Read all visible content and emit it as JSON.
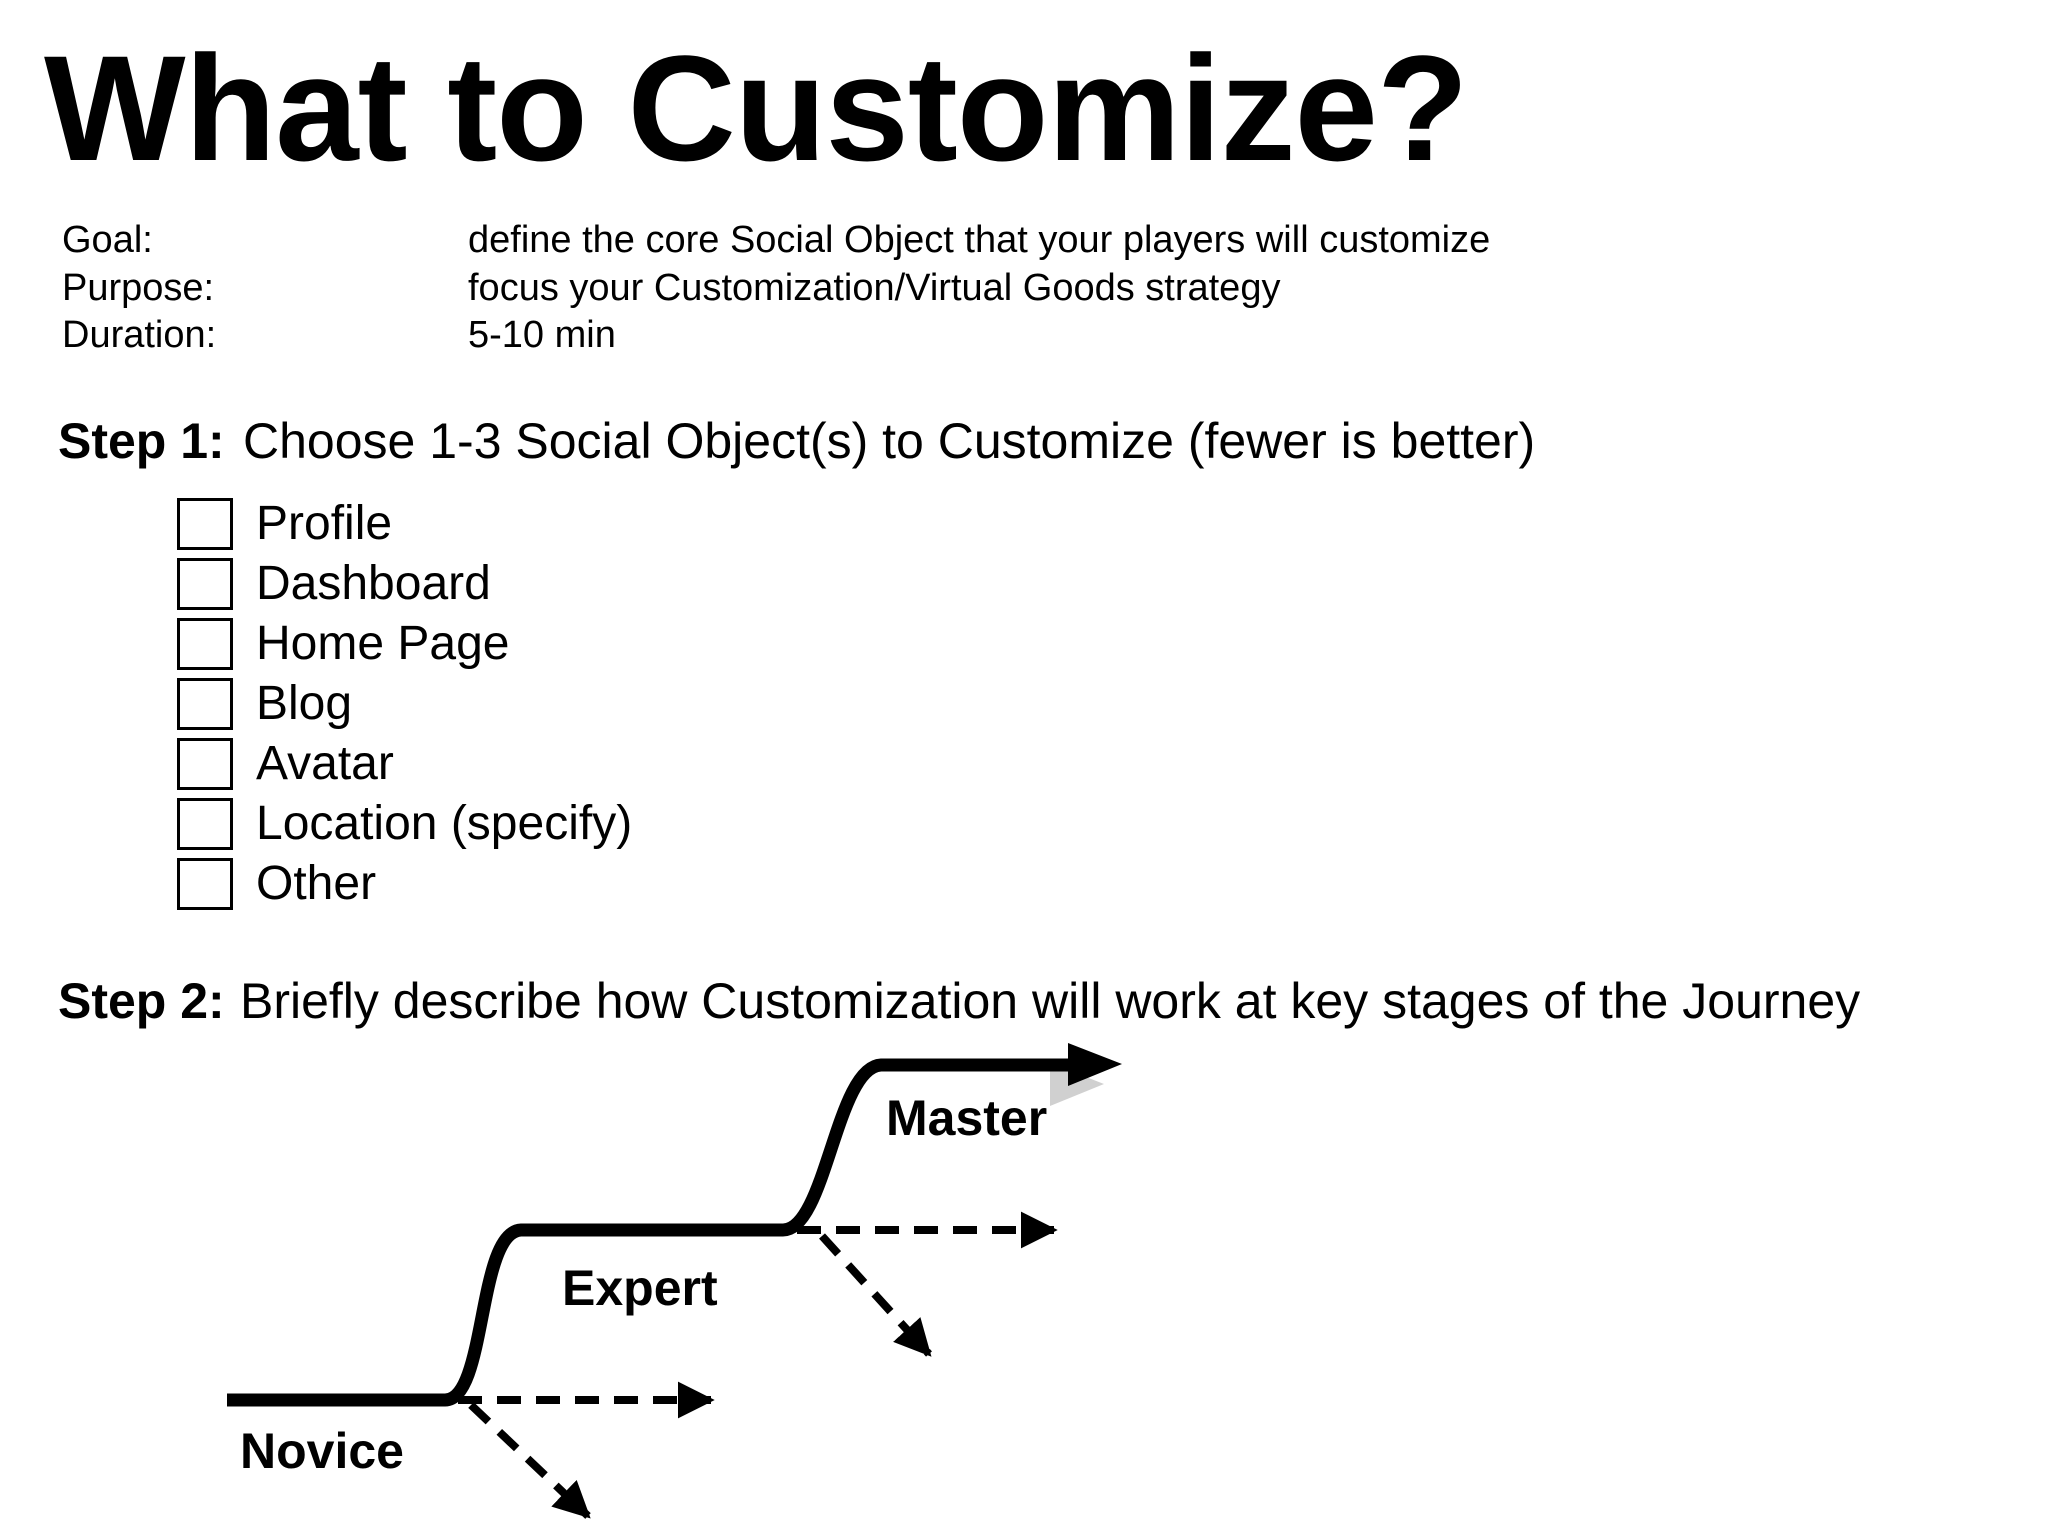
{
  "title": "What to Customize?",
  "meta": {
    "rows": [
      {
        "label": "Goal:",
        "value": "define the core Social Object that your players will customize"
      },
      {
        "label": "Purpose:",
        "value": "focus your Customization/Virtual Goods strategy"
      },
      {
        "label": "Duration:",
        "value": "5-10 min"
      }
    ]
  },
  "steps": [
    {
      "label": "Step 1:",
      "text": "Choose 1-3 Social Object(s) to Customize (fewer is better)"
    },
    {
      "label": "Step 2:",
      "text": "Briefly describe how Customization will work at key stages of the Journey"
    }
  ],
  "checklist": {
    "items": [
      {
        "label": "Profile",
        "checked": false
      },
      {
        "label": "Dashboard",
        "checked": false
      },
      {
        "label": "Home Page",
        "checked": false
      },
      {
        "label": "Blog",
        "checked": false
      },
      {
        "label": "Avatar",
        "checked": false
      },
      {
        "label": "Location (specify)",
        "checked": false
      },
      {
        "label": "Other",
        "checked": false
      }
    ]
  },
  "journey": {
    "stages": [
      {
        "label": "Novice"
      },
      {
        "label": "Expert"
      },
      {
        "label": "Master"
      }
    ]
  },
  "colors": {
    "ink": "#000000",
    "background": "#ffffff",
    "arrow_shadow": "#a9a9a9"
  }
}
